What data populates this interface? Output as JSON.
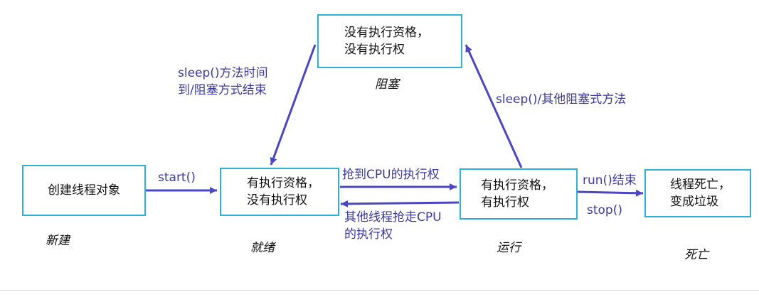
{
  "colors": {
    "box_border": "#2eb2d3",
    "arrow": "#4b47c0",
    "edge_label": "#3d3a9b",
    "text": "#111111"
  },
  "nodes": {
    "new": {
      "lines": [
        "创建线程对象"
      ]
    },
    "runnable": {
      "lines": [
        "有执行资格，",
        "没有执行权"
      ]
    },
    "running": {
      "lines": [
        "有执行资格，",
        "有执行权"
      ]
    },
    "blocked": {
      "lines": [
        "没有执行资格，",
        "没有执行权"
      ]
    },
    "dead": {
      "lines": [
        "线程死亡，",
        "变成垃圾"
      ]
    }
  },
  "states": {
    "new": "新建",
    "runnable": "就绪",
    "blocked": "阻塞",
    "running": "运行",
    "dead": "死亡"
  },
  "edges": {
    "start": "start()",
    "grab_cpu": "抢到CPU的执行权",
    "lose_cpu": [
      "其他线程抢走CPU",
      "的执行权"
    ],
    "sleep_block": "sleep()/其他阻塞式方法",
    "sleep_wake": [
      "sleep()方法时间",
      "到/阻塞方式结束"
    ],
    "run_end": "run()结束",
    "stop": "stop()"
  }
}
